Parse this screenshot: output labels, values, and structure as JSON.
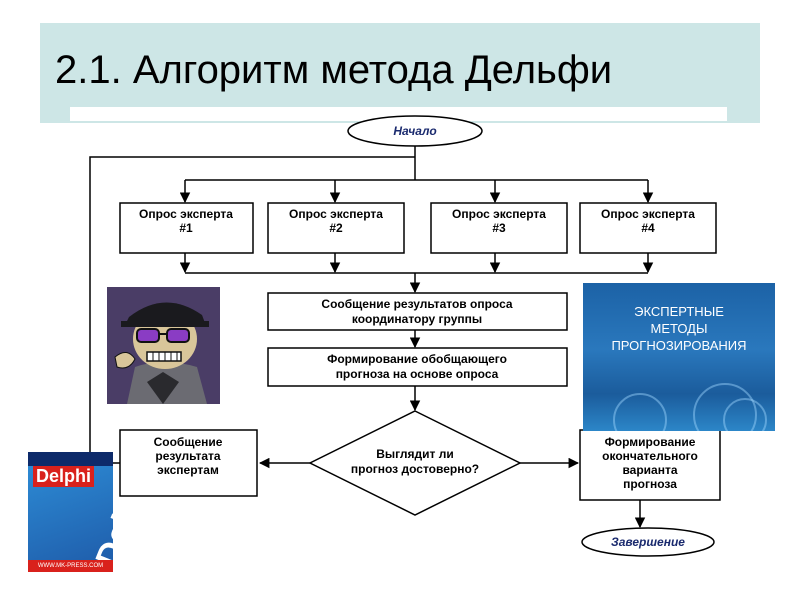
{
  "title": "2.1. Алгоритм метода Дельфи",
  "flowchart": {
    "start": "Начало",
    "experts": [
      {
        "line1": "Опрос эксперта",
        "line2": "#1"
      },
      {
        "line1": "Опрос эксперта",
        "line2": "#2"
      },
      {
        "line1": "Опрос эксперта",
        "line2": "#3"
      },
      {
        "line1": "Опрос эксперта",
        "line2": "#4"
      }
    ],
    "report": {
      "line1": "Сообщение результатов опроса",
      "line2": "координатору группы"
    },
    "forecast": {
      "line1": "Формирование обобщающего",
      "line2": "прогноза на основе опроса"
    },
    "decision": {
      "line1": "Выглядит ли",
      "line2": "прогноз достоверно?"
    },
    "feedback": {
      "line1": "Сообщение",
      "line2": "результата",
      "line3": "экспертам"
    },
    "final": {
      "line1": "Формирование",
      "line2": "окончательного",
      "line3": "варианта",
      "line4": "прогноза"
    },
    "end": "Завершение"
  },
  "panel": {
    "line1": "ЭКСПЕРТНЫЕ",
    "line2": "МЕТОДЫ",
    "line3": "ПРОГНОЗИРОВАНИЯ"
  },
  "book": {
    "logo": "Delphi",
    "big": "Delphi",
    "url": "WWW.MK-PRESS.COM"
  }
}
